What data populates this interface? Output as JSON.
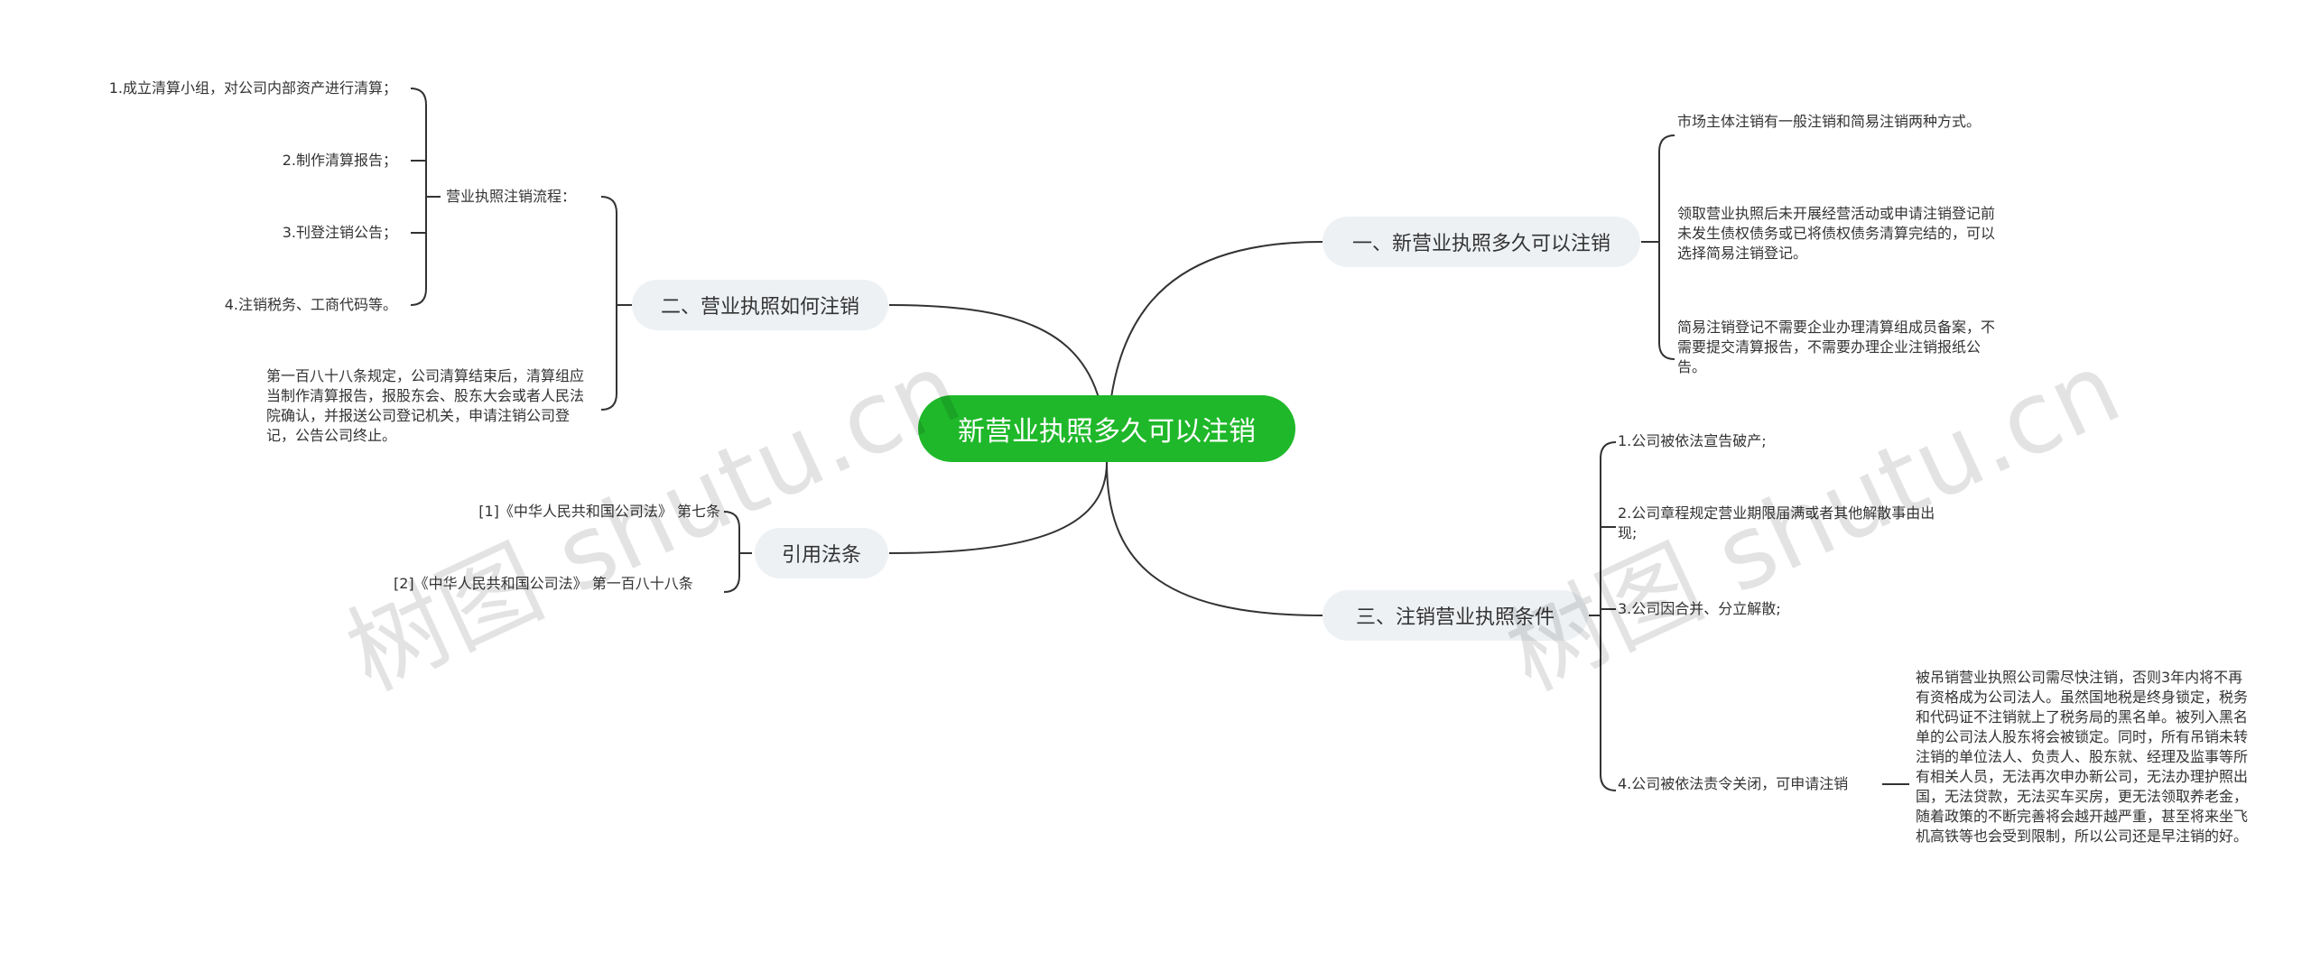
{
  "root": {
    "label": "新营业执照多久可以注销"
  },
  "branch1": {
    "label": "一、新营业执照多久可以注销",
    "items": [
      "市场主体注销有一般注销和简易注销两种方式。",
      "领取营业执照后未开展经营活动或申请注销登记前未发生债权债务或已将债权债务清算完结的，可以选择简易注销登记。",
      "简易注销登记不需要企业办理清算组成员备案，不需要提交清算报告，不需要办理企业注销报纸公告。"
    ]
  },
  "branch2": {
    "label": "二、营业执照如何注销",
    "process_label": "营业执照注销流程：",
    "steps": [
      "1.成立清算小组，对公司内部资产进行清算；",
      "2.制作清算报告；",
      "3.刊登注销公告；",
      "4.注销税务、工商代码等。"
    ],
    "note": "第一百八十八条规定，公司清算结束后，清算组应当制作清算报告，报股东会、股东大会或者人民法院确认，并报送公司登记机关，申请注销公司登记，公告公司终止。"
  },
  "branch3": {
    "label": "三、注销营业执照条件",
    "items": [
      "1.公司被依法宣告破产;",
      "2.公司章程规定营业期限届满或者其他解散事由出现;",
      "3.公司因合并、分立解散;",
      "4.公司被依法责令关闭，可申请注销"
    ],
    "detail": "被吊销营业执照公司需尽快注销，否则3年内将不再有资格成为公司法人。虽然国地税是终身锁定，税务和代码证不注销就上了税务局的黑名单。被列入黑名单的公司法人股东将会被锁定。同时，所有吊销未转注销的单位法人、负责人、股东就、经理及监事等所有相关人员，无法再次申办新公司，无法办理护照出国，无法贷款，无法买车买房，更无法领取养老金，随着政策的不断完善将会越开越严重，甚至将来坐飞机高铁等也会受到限制，所以公司还是早注销的好。"
  },
  "branch4": {
    "label": "引用法条",
    "items": [
      "[1]《中华人民共和国公司法》 第七条",
      "[2]《中华人民共和国公司法》 第一百八十八条"
    ]
  },
  "watermark": "树图 shutu.cn",
  "colors": {
    "root": "#1fb82a",
    "branch_bg": "#eef1f4",
    "line": "#333333"
  }
}
